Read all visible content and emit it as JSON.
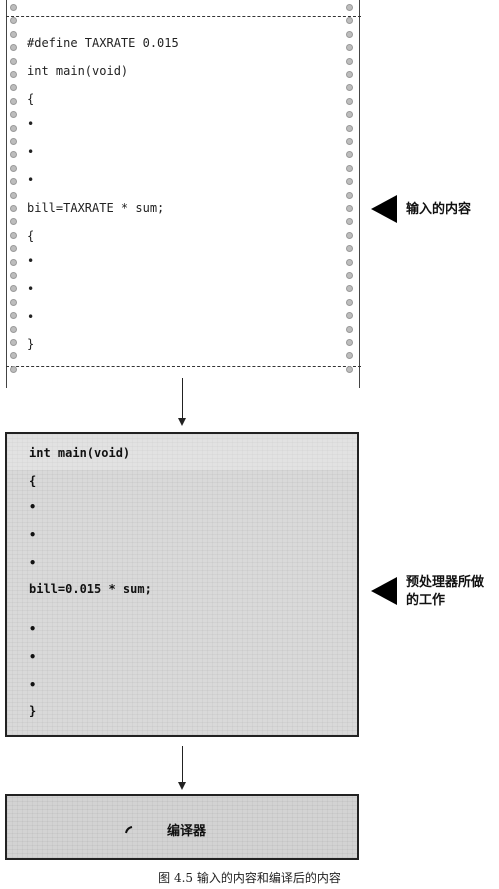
{
  "top_panel": {
    "code_lines": [
      "#define TAXRATE 0.015",
      "int main(void)",
      "{",
      "•",
      "•",
      "•",
      "bill=TAXRATE * sum;",
      "{",
      "•",
      "•",
      "•",
      "}"
    ],
    "label": "输入的内容"
  },
  "middle_panel": {
    "code_lines": [
      "int main(void)",
      "{",
      "•",
      "•",
      "•",
      "bill=0.015 * sum;",
      "•",
      "•",
      "•",
      "}"
    ],
    "label_line1": "预处理器所做",
    "label_line2": "的工作"
  },
  "bottom_panel": {
    "label": "编译器"
  },
  "caption": "图 4.5   输入的内容和编译后的内容",
  "colors": {
    "pointer": "#000000",
    "panel_fill": "#d9d9d9",
    "sprocket_hole": "#bdbdbd"
  }
}
